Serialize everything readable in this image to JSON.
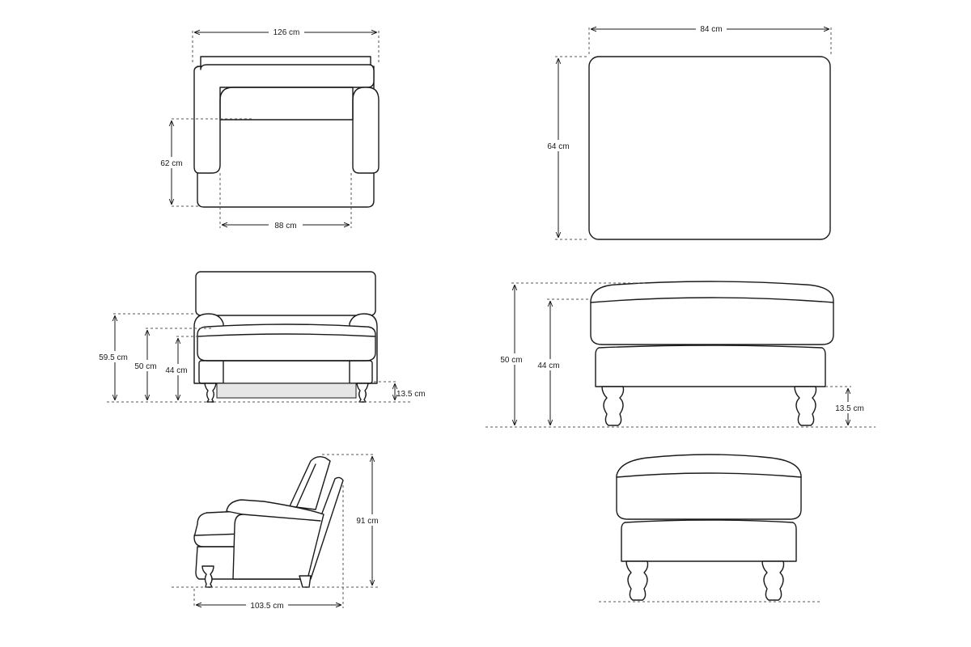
{
  "chair_top": {
    "width": "126 cm",
    "arm_depth": "62 cm",
    "inner_width": "88 cm"
  },
  "ottoman_top": {
    "width": "84 cm",
    "depth": "64 cm"
  },
  "chair_front": {
    "arm_height": "59.5 cm",
    "seat_height": "50 cm",
    "seat_base_height": "44 cm",
    "leg_height": "13.5 cm"
  },
  "ottoman_front": {
    "total_height": "50 cm",
    "base_height": "44 cm",
    "leg_height": "13.5 cm"
  },
  "chair_side": {
    "height": "91 cm",
    "depth": "103.5 cm"
  }
}
